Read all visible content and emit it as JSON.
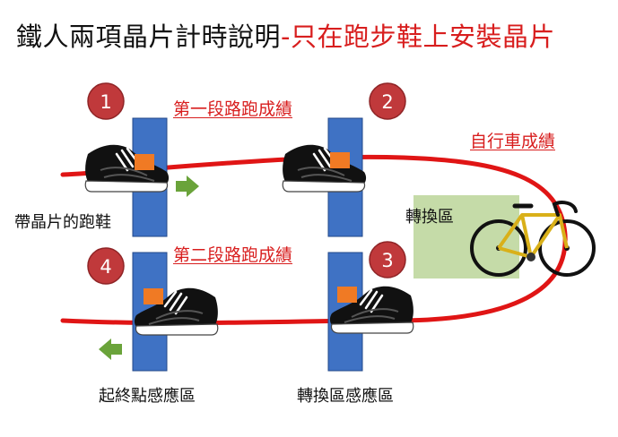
{
  "title": {
    "main": "鐵人兩項晶片計時說明",
    "sub": "-只在跑步鞋上安裝晶片"
  },
  "labels": {
    "segment1": "第一段路跑成績",
    "segment2": "第二段路跑成績",
    "bike": "自行車成績",
    "transition": "轉換區",
    "chip_shoe": "帶晶片的跑鞋",
    "start_finish_zone": "起終點感應區",
    "transition_zone": "轉換區感應區"
  },
  "markers": [
    "1",
    "2",
    "3",
    "4"
  ],
  "colors": {
    "track": "#e01515",
    "sensor": "#3f72c4",
    "marker": "#c0393b",
    "arrow": "#6aa33a",
    "transition_area": "#c5dba8",
    "chip": "#f07a24"
  },
  "icons": [
    "running-shoe-icon",
    "bicycle-icon",
    "arrow-right-icon",
    "arrow-left-icon"
  ]
}
